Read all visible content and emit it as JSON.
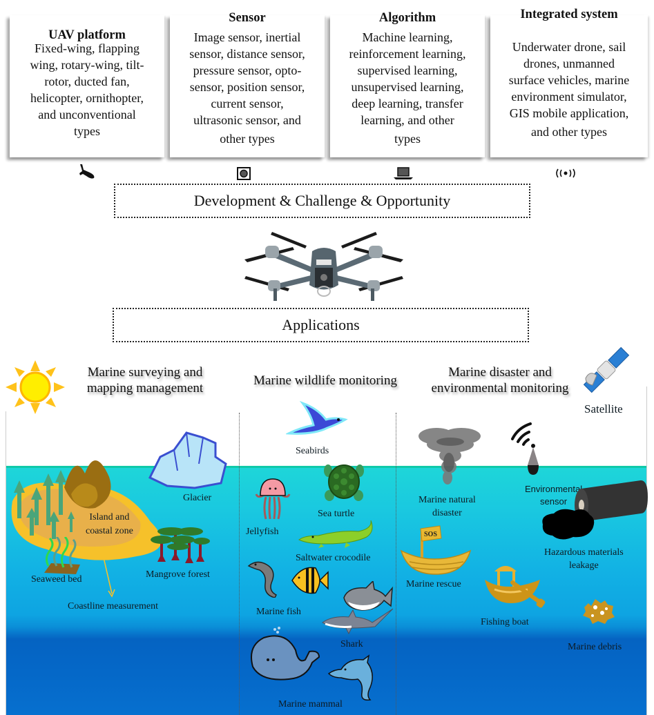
{
  "categories": [
    {
      "title": "UAV platform",
      "lines": [
        "Fixed-wing, flapping",
        "wing, rotary-wing, tilt-",
        "rotor, ducted fan,",
        "helicopter, ornithopter,",
        "and unconventional",
        "types"
      ],
      "icon": "airplane-icon"
    },
    {
      "title": "Sensor",
      "lines": [
        "Image sensor, inertial",
        "sensor, distance sensor,",
        "pressure sensor, opto-",
        "sensor, position sensor,",
        "current sensor,",
        "ultrasonic sensor, and",
        "other types"
      ],
      "icon": "camera-sensor-icon"
    },
    {
      "title": "Algorithm",
      "lines": [
        "Machine learning,",
        "reinforcement learning,",
        "supervised learning,",
        "unsupervised learning,",
        "deep learning, transfer",
        "learning, and other",
        "types"
      ],
      "icon": "laptop-icon"
    },
    {
      "title": "Integrated system",
      "lines": [
        "Underwater drone, sail",
        "drones, unmanned",
        "surface vehicles, marine",
        "environment simulator,",
        "GIS mobile application,",
        "and other types"
      ],
      "icon": "wireless-signal-icon"
    }
  ],
  "development_box": "Development & Challenge & Opportunity",
  "applications_box": "Applications",
  "center_image": "quadcopter-drone",
  "applications": {
    "surveying": {
      "heading_lines": [
        "Marine surveying and",
        "mapping management"
      ],
      "items": {
        "glacier": "Glacier",
        "island": [
          "Island and",
          "coastal zone"
        ],
        "mangrove": "Mangrove forest",
        "seaweed": "Seaweed bed",
        "coastline": "Coastline measurement"
      }
    },
    "wildlife": {
      "heading": "Marine wildlife monitoring",
      "items": {
        "seabirds": "Seabirds",
        "jellyfish": "Jellyfish",
        "sea_turtle": "Sea turtle",
        "crocodile": "Saltwater crocodile",
        "fish": "Marine fish",
        "shark": "Shark",
        "mammal": "Marine mammal"
      }
    },
    "disaster": {
      "heading_lines": [
        "Marine disaster and",
        "environmental monitoring"
      ],
      "items": {
        "satellite": "Satellite",
        "natural_disaster": [
          "Marine natural",
          "disaster"
        ],
        "env_sensor": [
          "Environmental",
          "sensor"
        ],
        "hazardous": [
          "Hazardous materials",
          "leakage"
        ],
        "rescue": "Marine rescue",
        "fishing_boat": "Fishing boat",
        "debris": "Marine debris",
        "sos_flag": "SOS"
      }
    }
  }
}
